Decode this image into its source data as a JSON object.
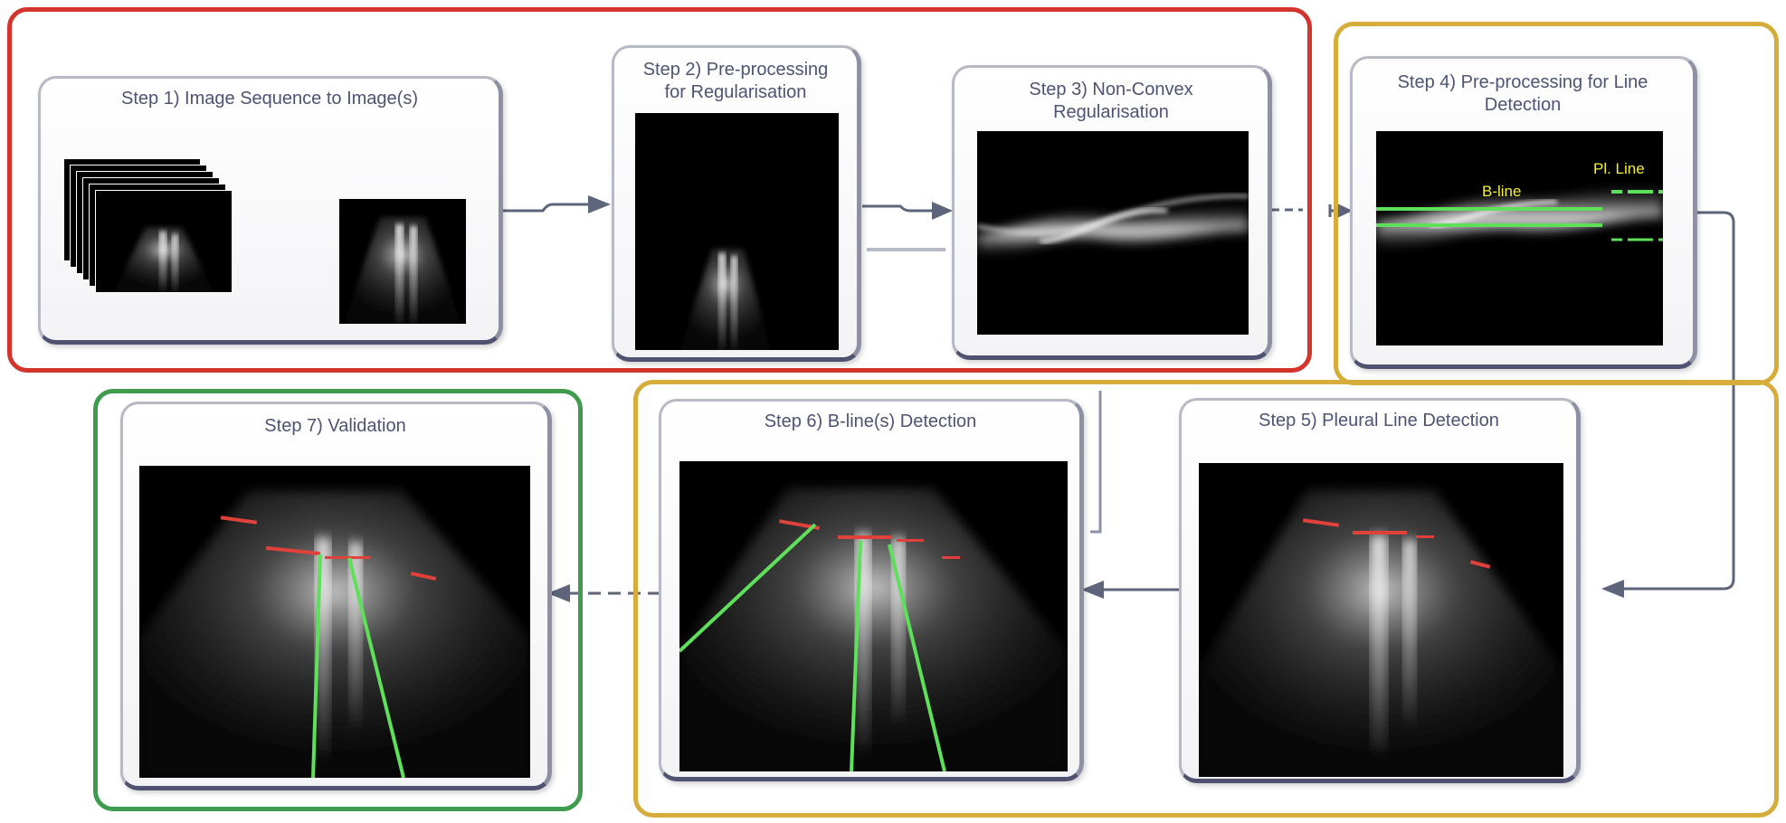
{
  "colors": {
    "stage_red": "#d3342b",
    "stage_gold": "#d6ac3b",
    "stage_green": "#3f9b4e",
    "panel_text": "#4e5375",
    "arrow": "#5e657a",
    "detection_line": "#5ee05a",
    "pleura_marks": "#e0413a",
    "annotation": "#f4ef3b"
  },
  "steps": [
    {
      "title": "Step 1) Image Sequence to Image(s)"
    },
    {
      "title": "Step 2) Pre-processing for Regularisation"
    },
    {
      "title": "Step 3) Non-Convex Regularisation"
    },
    {
      "title": "Step 4) Pre-processing for Line Detection"
    },
    {
      "title": "Step 5) Pleural Line Detection"
    },
    {
      "title": "Step 6) B-line(s) Detection"
    },
    {
      "title": "Step 7) Validation"
    }
  ],
  "step4_annotations": {
    "b_line": "B-line",
    "pleural_line": "Pl. Line"
  }
}
